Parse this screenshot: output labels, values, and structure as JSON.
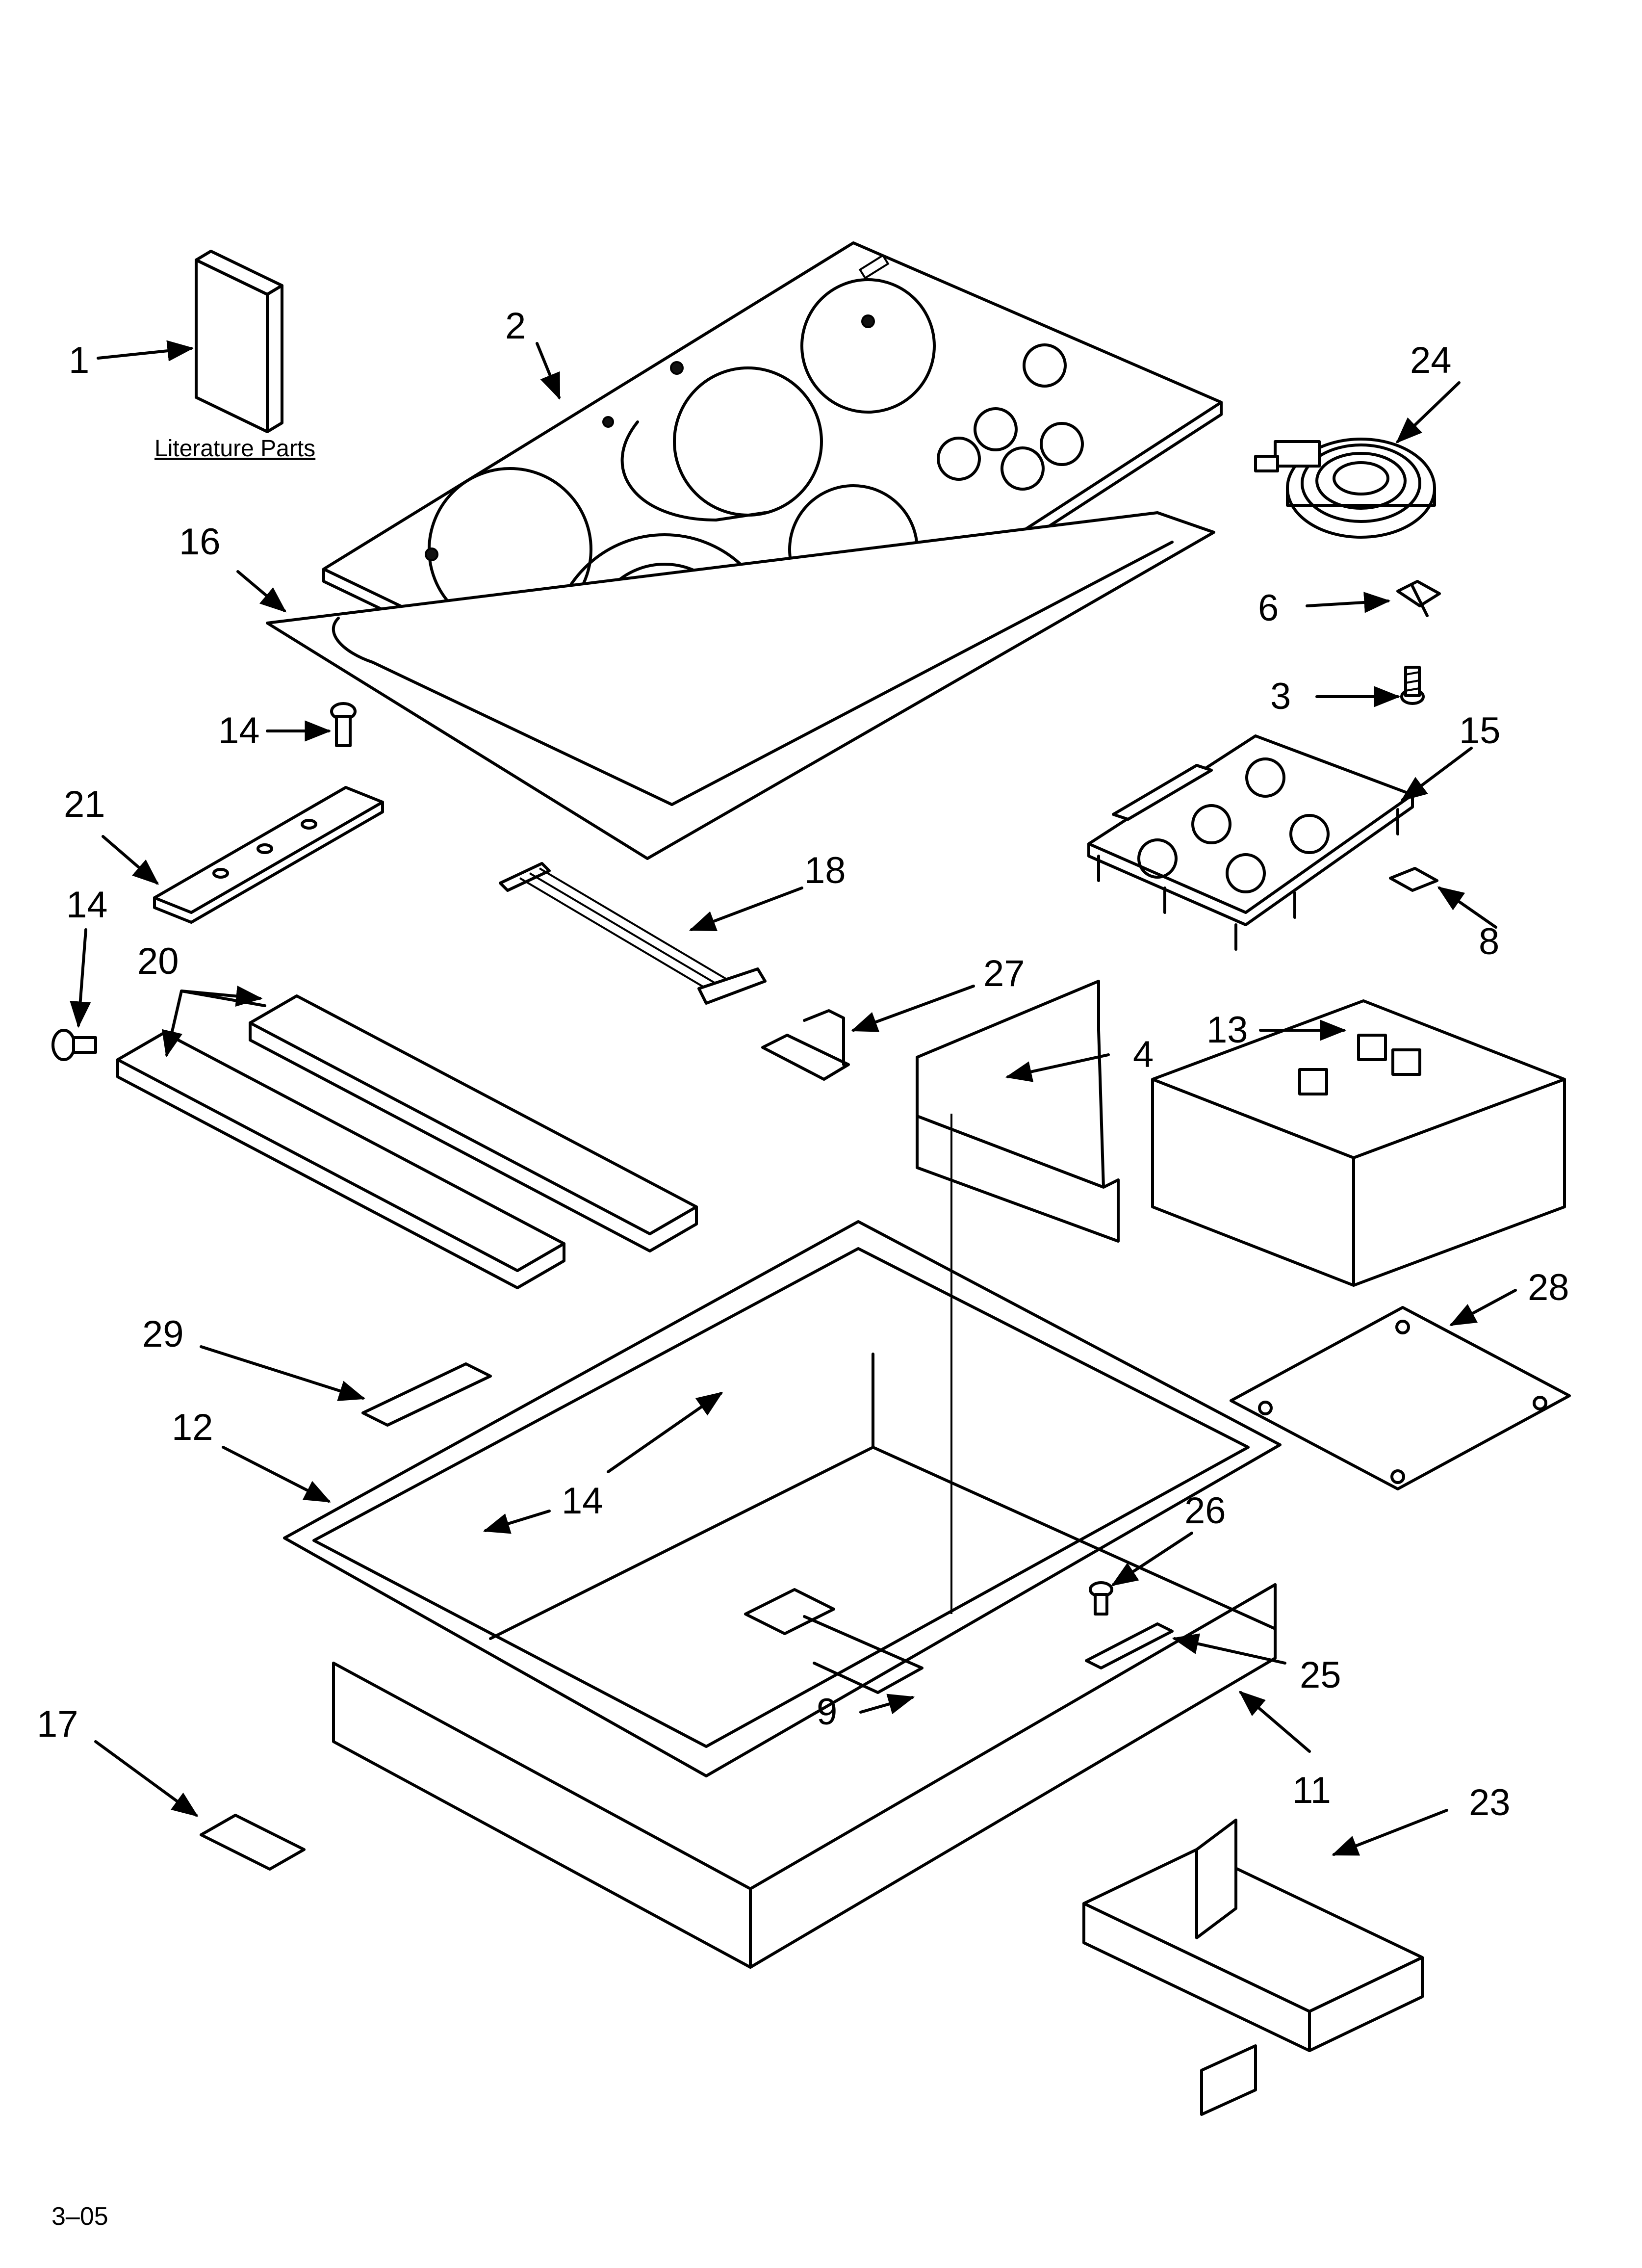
{
  "diagram": {
    "literature_label": "Literature Parts",
    "footer_code": "3–05",
    "callouts": {
      "c1": "1",
      "c2": "2",
      "c3": "3",
      "c4": "4",
      "c6": "6",
      "c8": "8",
      "c9": "9",
      "c11": "11",
      "c12": "12",
      "c13": "13",
      "c14a": "14",
      "c14b": "14",
      "c14c": "14",
      "c15": "15",
      "c16": "16",
      "c17": "17",
      "c18": "18",
      "c20": "20",
      "c21": "21",
      "c23": "23",
      "c24": "24",
      "c25": "25",
      "c26": "26",
      "c27": "27",
      "c28": "28",
      "c29": "29"
    }
  }
}
